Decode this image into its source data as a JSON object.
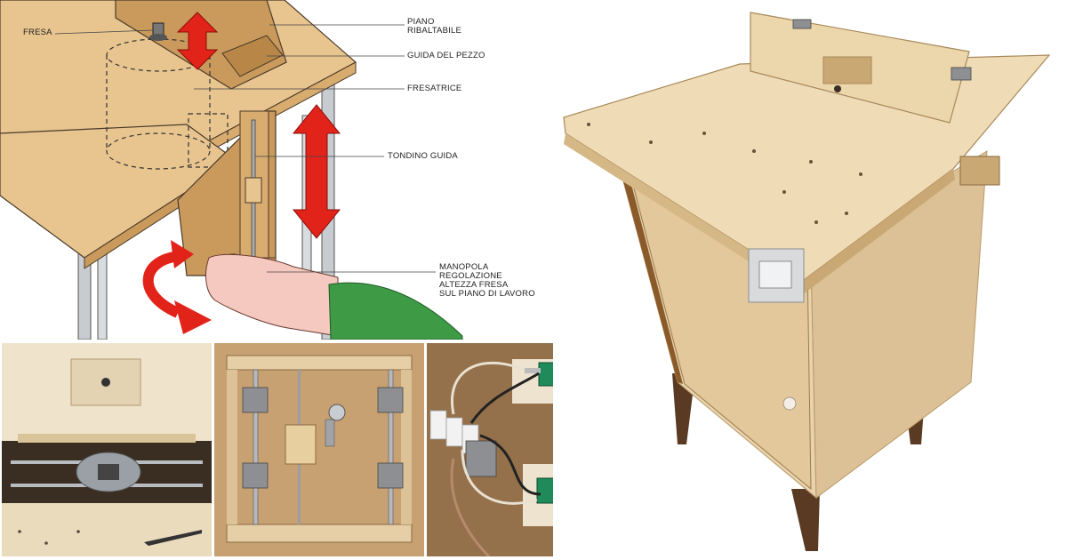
{
  "diagram": {
    "labels": {
      "fresa": "FRESA",
      "piano_ribaltabile": "PIANO\nRIBALTABILE",
      "guida_del_pezzo": "GUIDA DEL PEZZO",
      "fresatrice": "FRESATRICE",
      "tondino_guida": "TONDINO GUIDA",
      "manopola": "MANOPOLA\nREGOLAZIONE\nALTEZZA FRESA\nSUL PIANO DI LAVORO"
    },
    "colors": {
      "wood": "#e8c48f",
      "wood_dark": "#c99a5c",
      "metal": "#c8ccd0",
      "arrow": "#e2231a",
      "sleeve": "#3f9a46",
      "skin": "#f6c9c0"
    }
  },
  "photos": [
    {
      "name": "router-mount-photo"
    },
    {
      "name": "guide-rods-photo"
    },
    {
      "name": "microswitch-photo"
    },
    {
      "name": "router-cabinet-photo"
    }
  ]
}
